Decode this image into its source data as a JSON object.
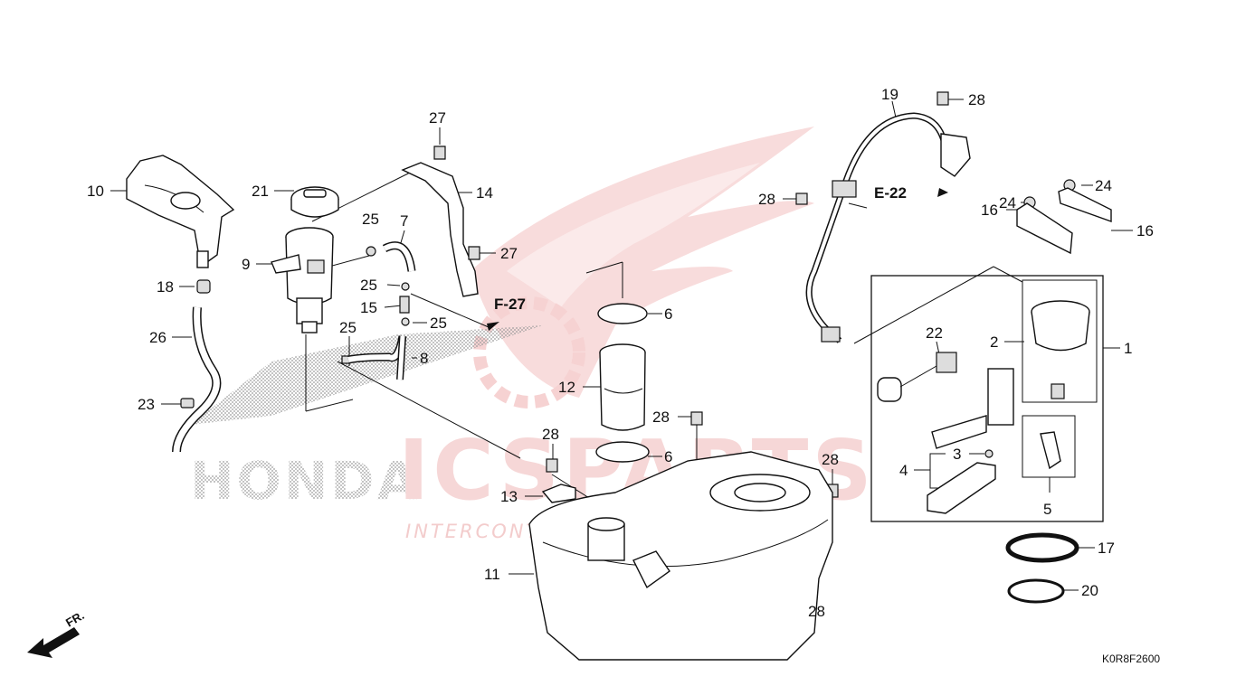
{
  "diagram": {
    "code": "K0R8F2600",
    "direction_label": "FR.",
    "refs": {
      "f27": "F-27",
      "e22": "E-22"
    },
    "watermark": {
      "main": "ICSPARTS",
      "sub": "INTERCONTINENTAL SPARE PARTS",
      "brand": "HONDA"
    },
    "callouts": [
      {
        "id": "c10",
        "text": "10"
      },
      {
        "id": "c18",
        "text": "18"
      },
      {
        "id": "c26",
        "text": "26"
      },
      {
        "id": "c23",
        "text": "23"
      },
      {
        "id": "c21",
        "text": "21"
      },
      {
        "id": "c9",
        "text": "9"
      },
      {
        "id": "c25a",
        "text": "25"
      },
      {
        "id": "c7",
        "text": "7"
      },
      {
        "id": "c25b",
        "text": "25"
      },
      {
        "id": "c15",
        "text": "15"
      },
      {
        "id": "c25c",
        "text": "25"
      },
      {
        "id": "c25d",
        "text": "25"
      },
      {
        "id": "c8",
        "text": "8"
      },
      {
        "id": "c27a",
        "text": "27"
      },
      {
        "id": "c14",
        "text": "14"
      },
      {
        "id": "c27b",
        "text": "27"
      },
      {
        "id": "c6a",
        "text": "6"
      },
      {
        "id": "c12",
        "text": "12"
      },
      {
        "id": "c28a",
        "text": "28"
      },
      {
        "id": "c6b",
        "text": "6"
      },
      {
        "id": "c28b",
        "text": "28"
      },
      {
        "id": "c13",
        "text": "13"
      },
      {
        "id": "c11",
        "text": "11"
      },
      {
        "id": "c28c",
        "text": "28"
      },
      {
        "id": "c28d",
        "text": "28"
      },
      {
        "id": "c19",
        "text": "19"
      },
      {
        "id": "c28e",
        "text": "28"
      },
      {
        "id": "c28f",
        "text": "28"
      },
      {
        "id": "c24a",
        "text": "24"
      },
      {
        "id": "c24b",
        "text": "24"
      },
      {
        "id": "c16a",
        "text": "16"
      },
      {
        "id": "c16b",
        "text": "16"
      },
      {
        "id": "c22",
        "text": "22"
      },
      {
        "id": "c2",
        "text": "2"
      },
      {
        "id": "c1",
        "text": "1"
      },
      {
        "id": "c3",
        "text": "3"
      },
      {
        "id": "c4",
        "text": "4"
      },
      {
        "id": "c5",
        "text": "5"
      },
      {
        "id": "c17",
        "text": "17"
      },
      {
        "id": "c20",
        "text": "20"
      }
    ]
  }
}
